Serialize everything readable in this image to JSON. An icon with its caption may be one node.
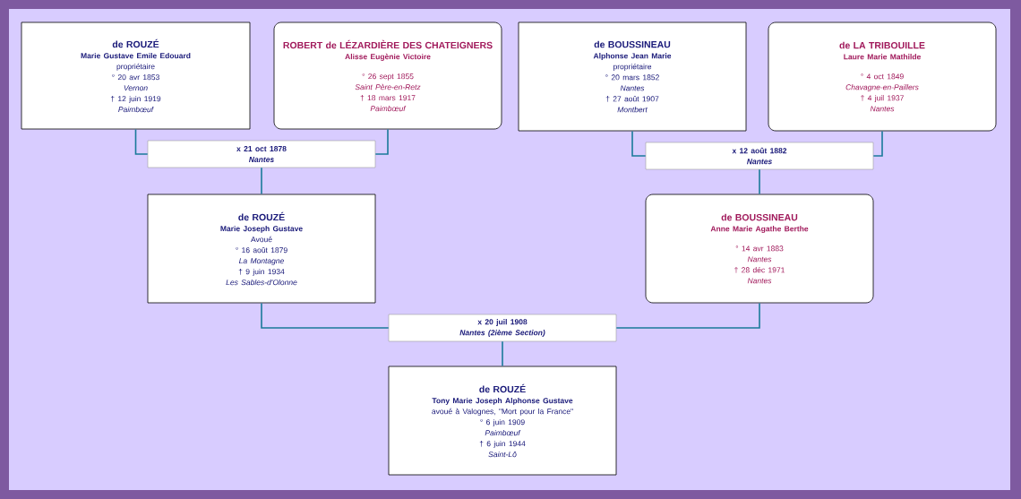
{
  "diagram": {
    "nodes": [
      {
        "text": [
          "de ROUZÉ",
          "Marie Gustave Emile Edouard",
          "propriétaire",
          "° 20 avr 1853",
          "Vernon",
          "† 12 juin 1919",
          "Paimbœuf"
        ]
      },
      {
        "text": [
          "ROBERT de LÉZARDIÈRE DES CHATEIGNERS",
          "Alisse Eugènie Victoire",
          "° 26 sept 1855",
          "Saint Père-en-Retz",
          "† 18 mars 1917",
          "Paimbœuf"
        ]
      },
      {
        "text": [
          "de BOUSSINEAU",
          "Alphonse Jean Marie",
          "propriétaire",
          "° 20 mars 1852",
          "Nantes",
          "† 27 août 1907",
          "Montbert"
        ]
      },
      {
        "text": [
          "de LA TRIBOUILLE",
          "Laure Marie Mathilde",
          "° 4 oct 1849",
          "Chavagne-en-Paillers",
          "† 4 juil 1937",
          "Nantes"
        ]
      },
      {
        "text": [
          "x 21 oct 1878",
          "Nantes"
        ]
      },
      {
        "text": [
          "x 12 août 1882",
          "Nantes"
        ]
      },
      {
        "text": [
          "de ROUZÉ",
          "Marie Joseph Gustave",
          "Avoué",
          "° 16 août 1879",
          "La Montagne",
          "† 9 juin 1934",
          "Les Sables-d'Olonne"
        ]
      },
      {
        "text": [
          "de BOUSSINEAU",
          "Anne Marie Agathe Berthe",
          "° 14 avr 1883",
          "Nantes",
          "† 28 déc 1971",
          "Nantes"
        ]
      },
      {
        "text": [
          "x 20 juil 1908",
          "Nantes (2ième Section)"
        ]
      },
      {
        "text": [
          "de ROUZÉ",
          "Tony Marie Joseph Alphonse Gustave",
          "avoué à Valognes, \"Mort pour la France\"",
          "° 6 juin 1909",
          "Paimbœuf",
          "† 6 juin 1944",
          "Saint-Lô"
        ]
      }
    ],
    "edges": [
      {
        "from": 0,
        "to": 4,
        "arrow": "none"
      },
      {
        "from": 1,
        "to": 4,
        "arrow": "none"
      },
      {
        "from": 2,
        "to": 5,
        "arrow": "none"
      },
      {
        "from": 3,
        "to": 5,
        "arrow": "none"
      },
      {
        "from": 4,
        "to": 6,
        "arrow": "none"
      },
      {
        "from": 5,
        "to": 7,
        "arrow": "none"
      },
      {
        "from": 6,
        "to": 8,
        "arrow": "none"
      },
      {
        "from": 7,
        "to": 8,
        "arrow": "none"
      },
      {
        "from": 8,
        "to": 9,
        "arrow": "none"
      }
    ]
  }
}
